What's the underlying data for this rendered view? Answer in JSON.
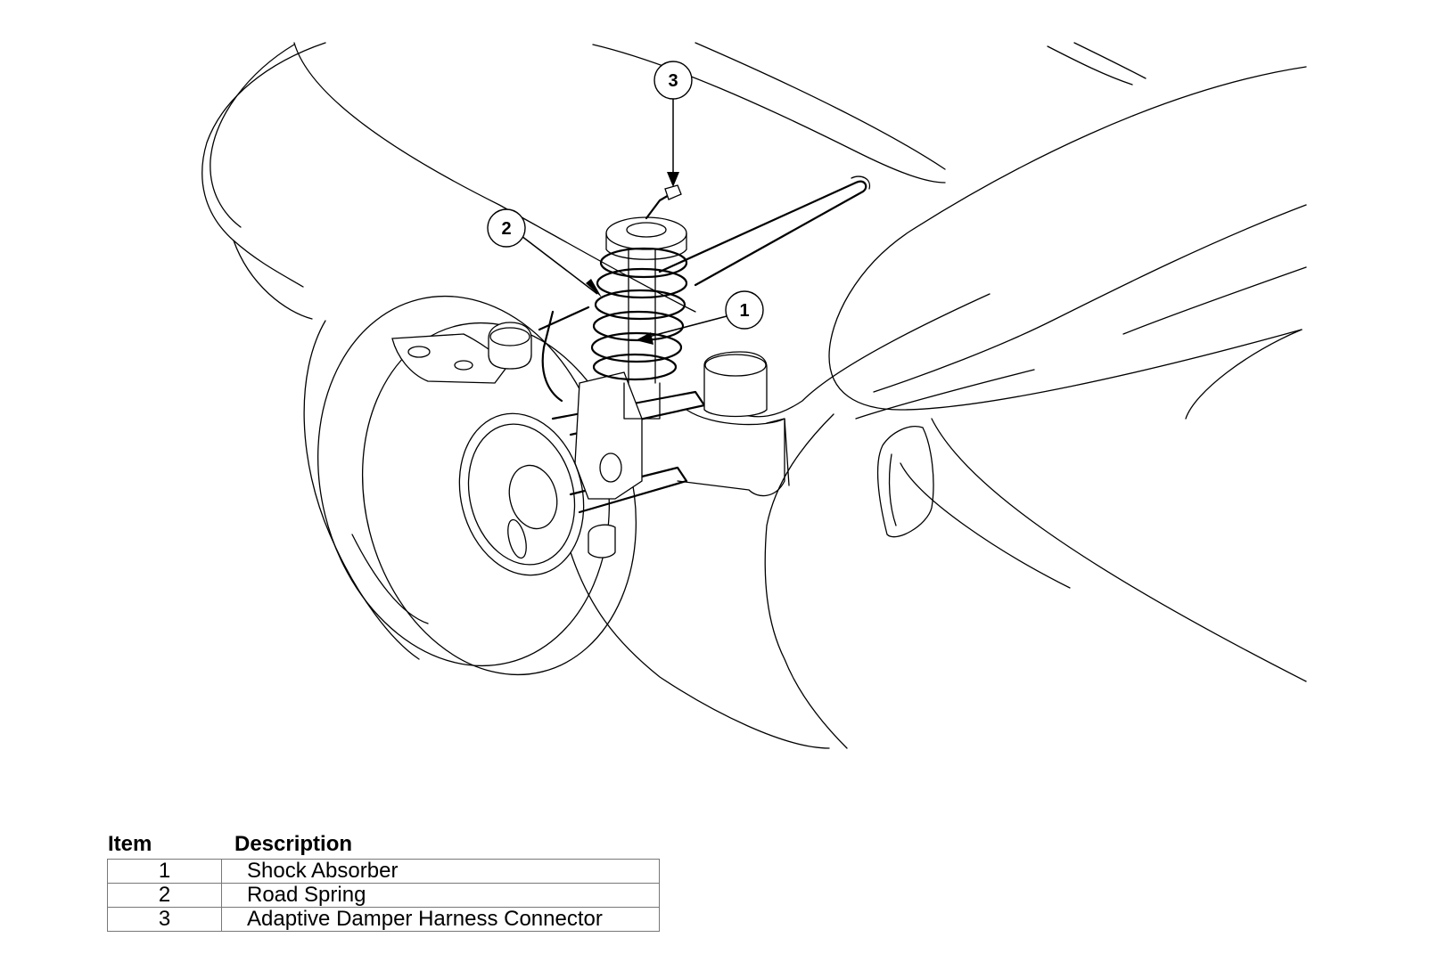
{
  "callouts": [
    {
      "number": "1",
      "target": "shock absorber"
    },
    {
      "number": "2",
      "target": "road spring"
    },
    {
      "number": "3",
      "target": "adaptive damper harness connector"
    }
  ],
  "legend": {
    "header": {
      "item": "Item",
      "description": "Description"
    },
    "rows": [
      {
        "item": "1",
        "description": "Shock Absorber"
      },
      {
        "item": "2",
        "description": "Road Spring"
      },
      {
        "item": "3",
        "description": "Adaptive Damper Harness Connector"
      }
    ]
  }
}
